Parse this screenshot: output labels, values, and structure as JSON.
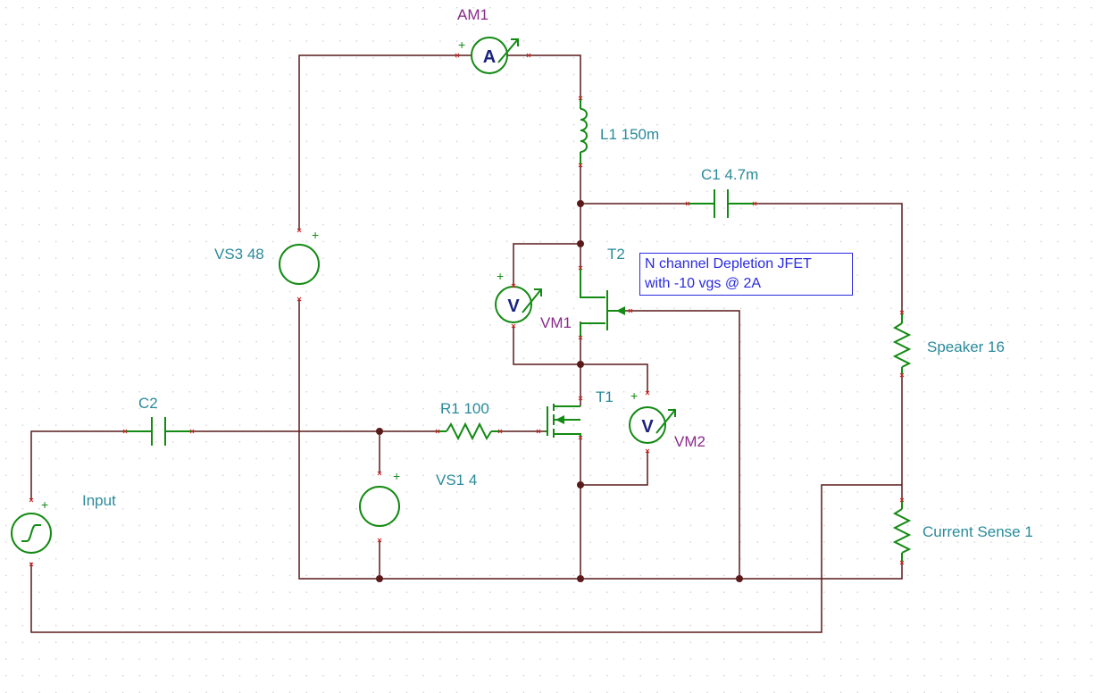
{
  "colors": {
    "wire": "#5a1a1a",
    "component": "#138a13",
    "label_value": "#2a8a9a",
    "label_meter": "#8a2a8a",
    "note": "#2a2adf",
    "grid": "#c8c8c8"
  },
  "components": {
    "am1": {
      "name": "AM1",
      "letter": "A",
      "icon": "ammeter-icon"
    },
    "l1": {
      "label": "L1 150m",
      "icon": "inductor-icon"
    },
    "c1": {
      "label": "C1 4.7m",
      "icon": "capacitor-icon"
    },
    "vs3": {
      "label": "VS3 48",
      "icon": "dc-voltage-source-icon"
    },
    "t2": {
      "label": "T2",
      "icon": "jfet-icon"
    },
    "vm1": {
      "name": "VM1",
      "letter": "V",
      "icon": "voltmeter-icon"
    },
    "speaker": {
      "label": "Speaker 16",
      "icon": "resistor-icon"
    },
    "c2": {
      "label": "C2",
      "icon": "capacitor-icon"
    },
    "r1": {
      "label": "R1 100",
      "icon": "resistor-icon"
    },
    "t1": {
      "label": "T1",
      "icon": "mosfet-icon"
    },
    "vm2": {
      "name": "VM2",
      "letter": "V",
      "icon": "voltmeter-icon"
    },
    "vs1": {
      "label": "VS1 4",
      "icon": "dc-voltage-source-icon"
    },
    "input": {
      "label": "Input",
      "icon": "function-generator-icon"
    },
    "current_sense": {
      "label": "Current Sense 1",
      "icon": "resistor-icon"
    }
  },
  "note": {
    "line1": "N channel Depletion JFET",
    "line2": "with -10 vgs @ 2A"
  },
  "plus_sign": "+"
}
